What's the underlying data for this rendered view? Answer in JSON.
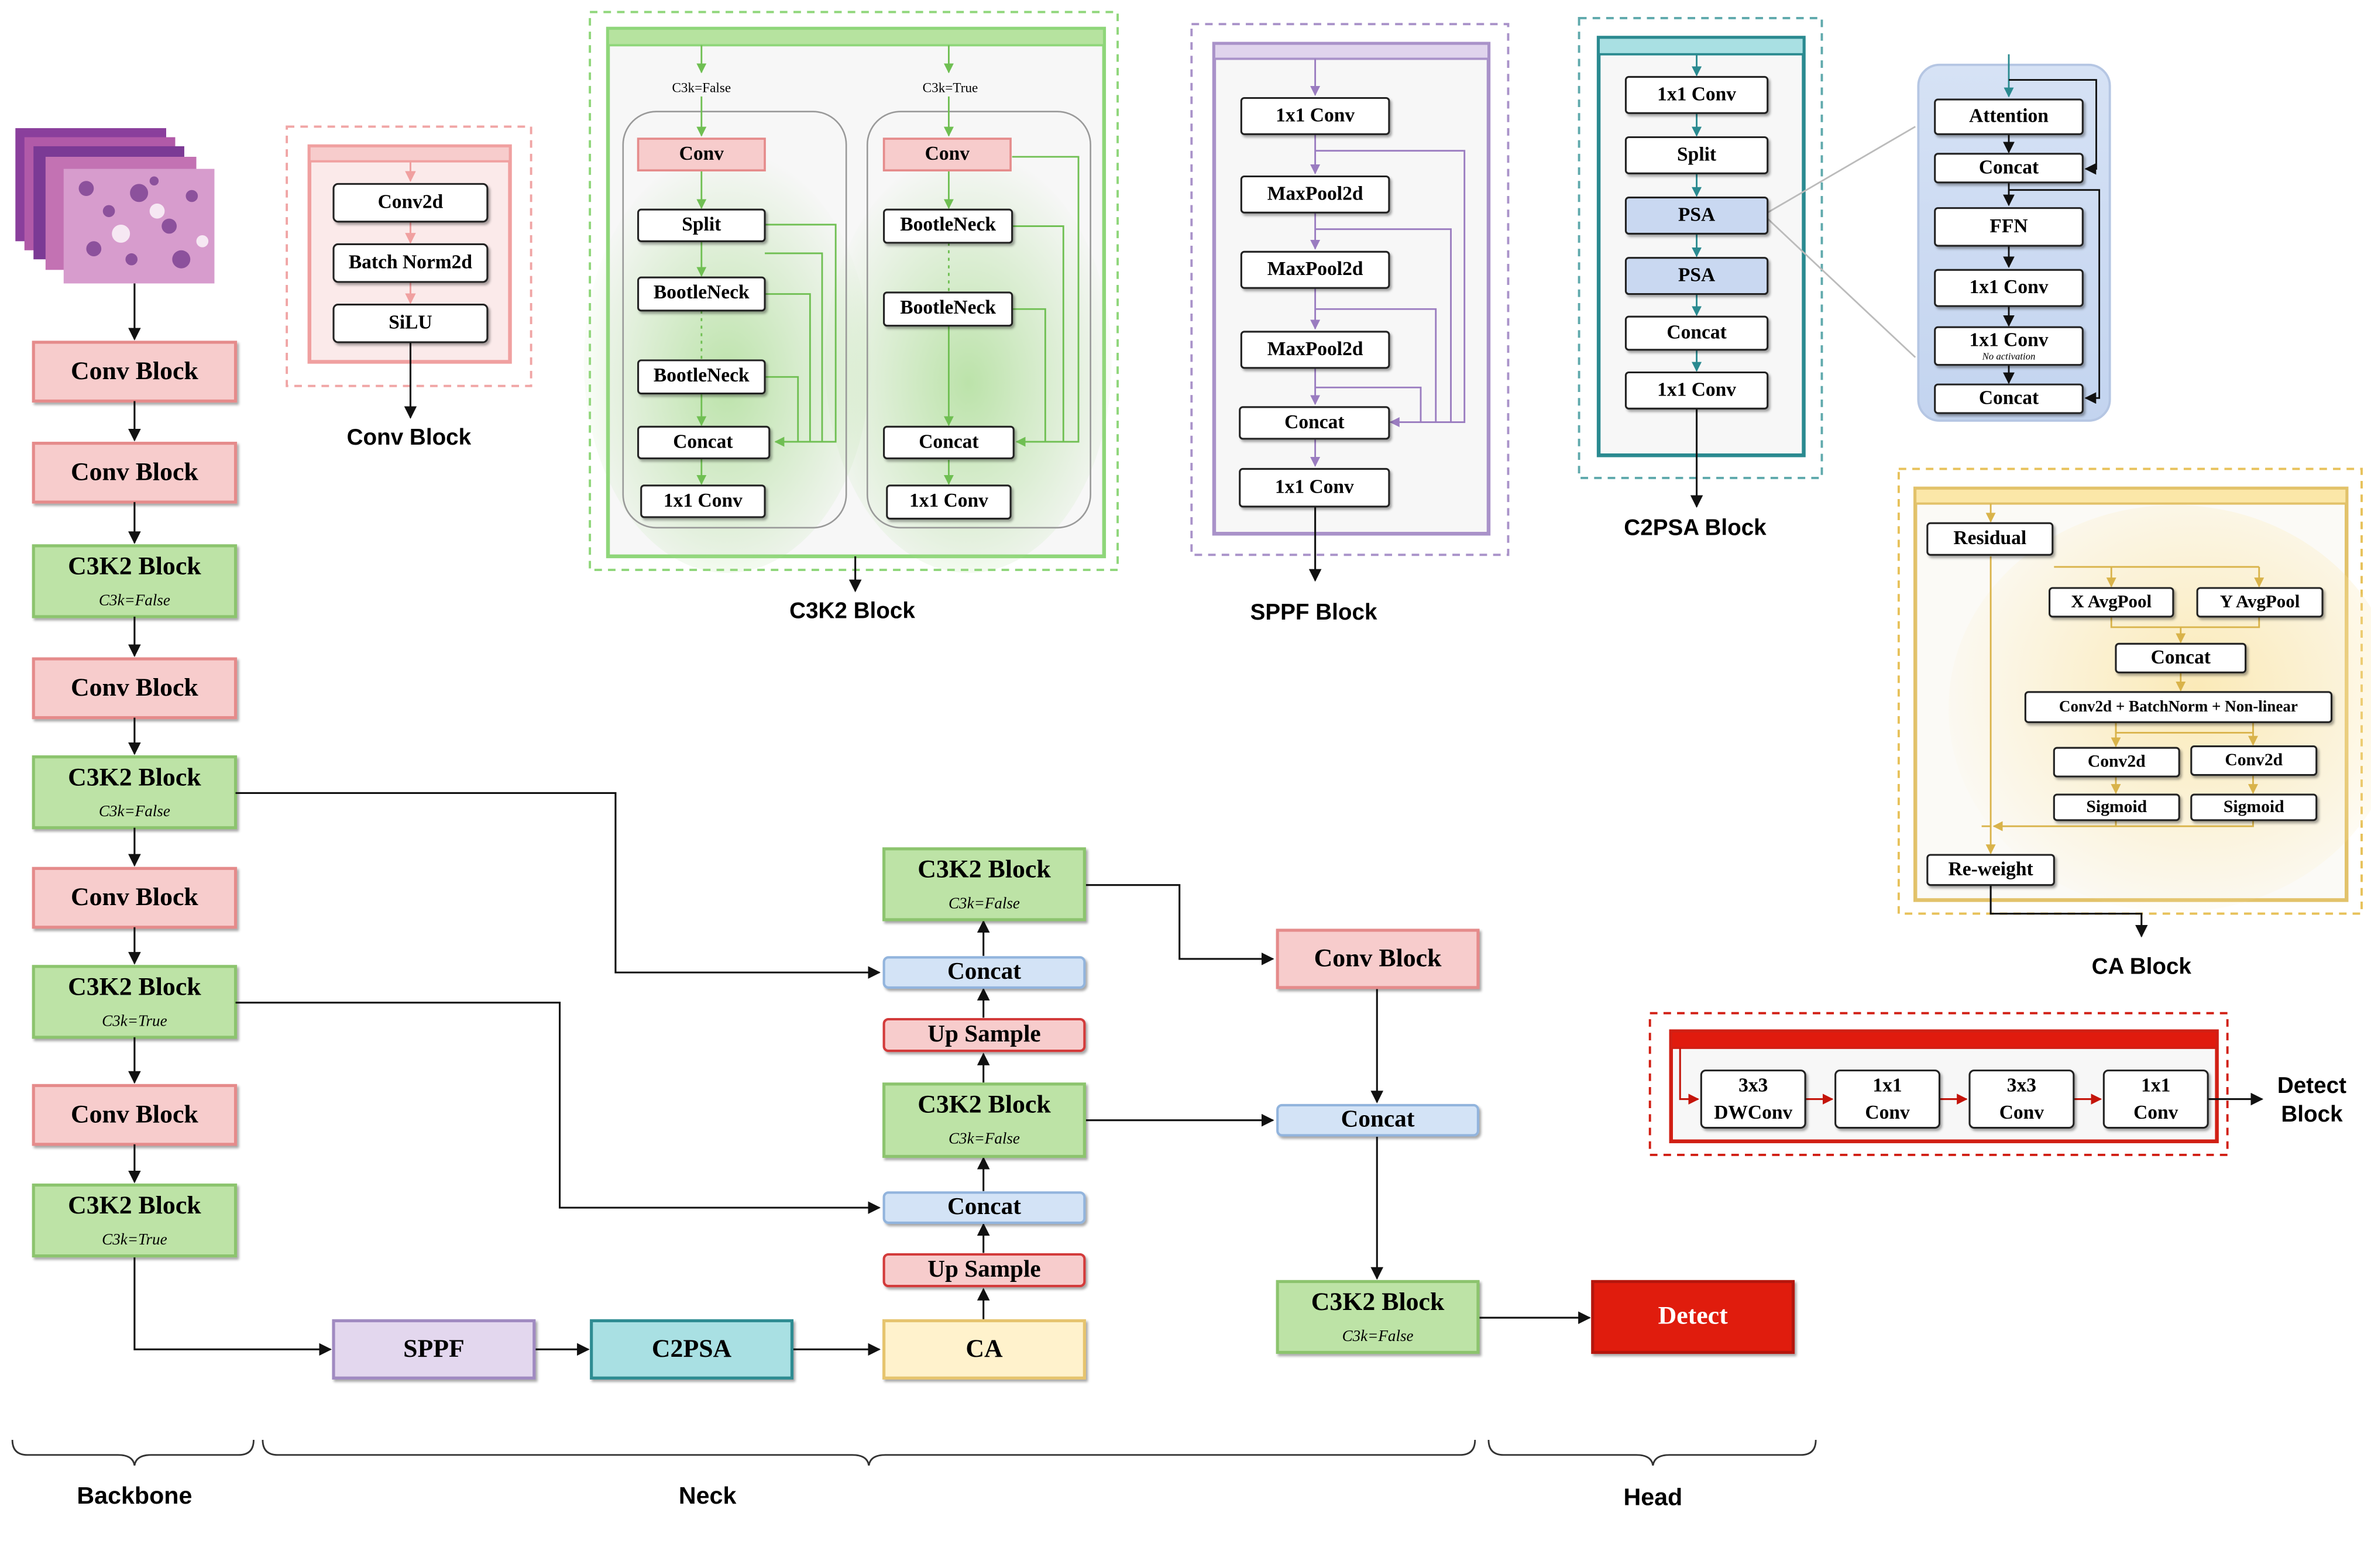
{
  "colors": {
    "conv_fill": "#f7cccc",
    "conv_stroke": "#e58b8b",
    "c3k2_fill": "#bde3a6",
    "c3k2_stroke": "#8cc46e",
    "concat_fill": "#d3e3f6",
    "concat_stroke": "#92b4dd",
    "up_fill": "#f7cccc",
    "up_stroke": "#d33a3a",
    "sppf_fill": "#e3d7ee",
    "sppf_stroke": "#a08ac1",
    "c2psa_fill": "#a9e0e3",
    "c2psa_stroke": "#2e8c92",
    "ca_fill": "#fff2cc",
    "ca_stroke": "#e6c46e",
    "detect_fill": "#e01b0e",
    "detect_stroke": "#b5120a"
  },
  "backbone": {
    "blocks": [
      {
        "title": "Conv Block",
        "sub": ""
      },
      {
        "title": "Conv Block",
        "sub": ""
      },
      {
        "title": "C3K2 Block",
        "sub": "C3k=False"
      },
      {
        "title": "Conv Block",
        "sub": ""
      },
      {
        "title": "C3K2 Block",
        "sub": "C3k=False"
      },
      {
        "title": "Conv Block",
        "sub": ""
      },
      {
        "title": "C3K2 Block",
        "sub": "C3k=True"
      },
      {
        "title": "Conv Block",
        "sub": ""
      },
      {
        "title": "C3K2 Block",
        "sub": "C3k=True"
      }
    ]
  },
  "neck": {
    "sppf": "SPPF",
    "c2psa": "C2PSA",
    "ca": "CA",
    "up_sample": "Up Sample",
    "concat": "Concat",
    "c3k2": {
      "title": "C3K2 Block",
      "sub": "C3k=False"
    }
  },
  "head": {
    "conv": "Conv Block",
    "concat": "Concat",
    "c3k2": {
      "title": "C3K2 Block",
      "sub": "C3k=False"
    },
    "detect": "Detect"
  },
  "sections": {
    "backbone": "Backbone",
    "neck": "Neck",
    "head": "Head"
  },
  "conv_block_detail": {
    "items": [
      "Conv2d",
      "Batch Norm2d",
      "SiLU"
    ],
    "caption": "Conv Block"
  },
  "c3k2_detail": {
    "left_flag": "C3k=False",
    "right_flag": "C3k=True",
    "conv": "Conv",
    "split": "Split",
    "bottleneck": "BootleNeck",
    "concat": "Concat",
    "conv1x1": "1x1 Conv",
    "caption": "C3K2 Block"
  },
  "sppf_detail": {
    "items": [
      "1x1 Conv",
      "MaxPool2d",
      "MaxPool2d",
      "MaxPool2d",
      "Concat",
      "1x1 Conv"
    ],
    "caption": "SPPF Block"
  },
  "c2psa_detail": {
    "items": [
      "1x1 Conv",
      "Split",
      "PSA",
      "PSA",
      "Concat",
      "1x1 Conv"
    ],
    "caption": "C2PSA Block"
  },
  "psa_detail": {
    "items": [
      "Attention",
      "Concat",
      "FFN",
      "1x1 Conv",
      "1x1 Conv",
      "Concat"
    ],
    "note": "No activation"
  },
  "ca_detail": {
    "residual": "Residual",
    "x_pool": "X AvgPool",
    "y_pool": "Y AvgPool",
    "concat": "Concat",
    "conv_bn": "Conv2d + BatchNorm + Non-linear",
    "conv2d": "Conv2d",
    "sigmoid": "Sigmoid",
    "reweight": "Re-weight",
    "caption": "CA Block"
  },
  "detect_detail": {
    "items": [
      [
        "3x3",
        "DWConv"
      ],
      [
        "1x1",
        "Conv"
      ],
      [
        "3x3",
        "Conv"
      ],
      [
        "1x1",
        "Conv"
      ]
    ],
    "caption": [
      "Detect",
      "Block"
    ]
  }
}
